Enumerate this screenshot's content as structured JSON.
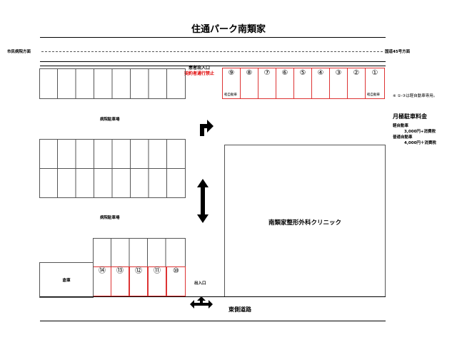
{
  "title": "住通パーク南類家",
  "road_left": "市民病院方面",
  "road_right": "国道45号方面",
  "patient_exit": "患者出入口",
  "no_pedestrian": "契約者通行禁止",
  "hospital_parking_top": "病院駐車場",
  "hospital_parking_bottom": "病院駐車場",
  "note": "※ ①-③は軽自動車専用。",
  "fee_title": "月極駐車料金",
  "fee_kei_label": "軽自動車",
  "fee_kei_price": "3,000円+消費税",
  "fee_normal_label": "普通自動車",
  "fee_normal_price": "4,000円＋消費税",
  "clinic": "南類家整形外科クリニック",
  "warehouse": "倉庫",
  "exit_label": "出入口",
  "east_road": "東側道路",
  "kei_label": "軽自動車",
  "top_spaces": [
    "⑨",
    "⑧",
    "⑦",
    "⑥",
    "⑤",
    "④",
    "③",
    "②",
    "①"
  ],
  "bottom_spaces": [
    "⑭",
    "⑬",
    "⑫",
    "⑪",
    "⑩"
  ]
}
